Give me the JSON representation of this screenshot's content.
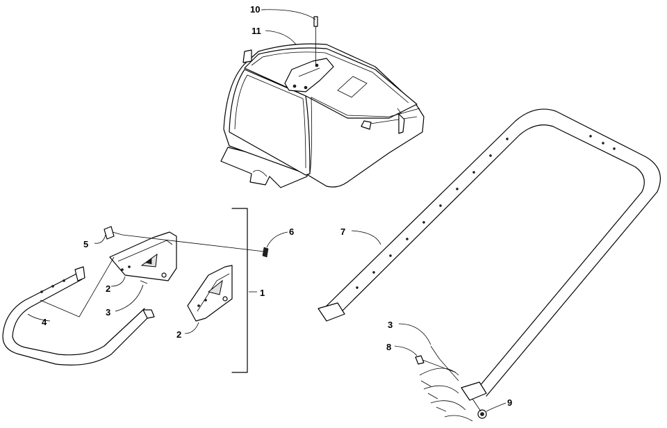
{
  "diagram": {
    "callouts": [
      {
        "id": "c10",
        "label": "10"
      },
      {
        "id": "c11",
        "label": "11"
      },
      {
        "id": "c6",
        "label": "6"
      },
      {
        "id": "c5",
        "label": "5"
      },
      {
        "id": "c2a",
        "label": "2"
      },
      {
        "id": "c3a",
        "label": "3"
      },
      {
        "id": "c4",
        "label": "4"
      },
      {
        "id": "c2b",
        "label": "2"
      },
      {
        "id": "c1",
        "label": "1"
      },
      {
        "id": "c7",
        "label": "7"
      },
      {
        "id": "c3b",
        "label": "3"
      },
      {
        "id": "c8",
        "label": "8"
      },
      {
        "id": "c9",
        "label": "9"
      }
    ]
  }
}
